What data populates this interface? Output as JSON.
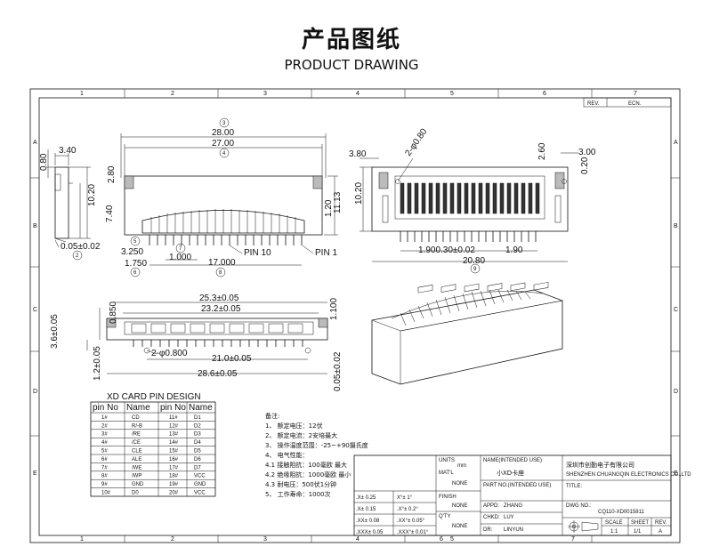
{
  "header": {
    "title_cn": "产品图纸",
    "title_en": "PRODUCT DRAWING"
  },
  "frame": {
    "top_marks": [
      "1",
      "2",
      "3",
      "4",
      "5",
      "6",
      "7"
    ],
    "rows": [
      "A",
      "B",
      "C",
      "D",
      "E"
    ],
    "rev_head": {
      "rev": "REV.",
      "ecn": "ECN."
    }
  },
  "top_left_view": {
    "dims": {
      "d080": "0.80",
      "d340": "3.40",
      "d280": "2.80",
      "d1020": "10.20",
      "d740": "7.40",
      "d005": "0.05±0.02"
    },
    "balloons": {
      "b2": "2"
    }
  },
  "top_center_view": {
    "dims": {
      "d28": "28.00",
      "d27": "27.00",
      "d120": "1.20",
      "d1113": "11.13",
      "d3250": "3.250",
      "d1000": "1.000",
      "d1750": "1.750",
      "d17": "17.000"
    },
    "balloons": {
      "b3": "3",
      "b4": "4",
      "b5": "5",
      "b6": "6",
      "b7": "7",
      "b8": "8"
    },
    "labels": {
      "pin10": "PIN 10",
      "pin1": "PIN 1"
    }
  },
  "top_right_view": {
    "dims": {
      "d380": "3.80",
      "phi080": "2-φ0.80",
      "d260": "2.60",
      "d300": "3.00",
      "d020": "0.20",
      "d1020r": "10.20",
      "d190a": "1.900.30±0.02",
      "d190b": "1.90",
      "d2080": "20.80"
    },
    "balloons": {
      "b9": "9"
    }
  },
  "bottom_view": {
    "dims": {
      "d253": "25.3±0.05",
      "d232": "23.2±0.05",
      "d850": "0.850",
      "d1100": "1.100",
      "d365": "3.6±0.05",
      "d12": "1.2±0.05",
      "phi0800": "2-φ0.800",
      "d210": "21.0±0.05",
      "d286": "28.6±0.05",
      "d005b": "0.05±0.02"
    }
  },
  "pin_table": {
    "title": "XD CARD PIN DESIGN",
    "headers": [
      "pin No",
      "Name",
      "pin No",
      "Name"
    ],
    "rows": [
      [
        "1#",
        "CD",
        "11#",
        "D1"
      ],
      [
        "2#",
        "R/-B",
        "12#",
        "D2"
      ],
      [
        "3#",
        "/RE",
        "13#",
        "D3"
      ],
      [
        "4#",
        "/CE",
        "14#",
        "D4"
      ],
      [
        "5#",
        "CLE",
        "15#",
        "D5"
      ],
      [
        "6#",
        "ALE",
        "16#",
        "D6"
      ],
      [
        "7#",
        "/WE",
        "17#",
        "D7"
      ],
      [
        "8#",
        "/WP",
        "18#",
        "VCC"
      ],
      [
        "9#",
        "GND",
        "19#",
        "GND"
      ],
      [
        "10#",
        "D0",
        "20#",
        "VCC"
      ]
    ]
  },
  "notes": {
    "title": "备注:",
    "lines": [
      "1、 额定电压：12伏",
      "2、 额定电流：2安培最大",
      "3、 操作温度范围：-25~+90摄氏度",
      "4、 电气性能：",
      "4.1 接触阻抗：100毫欧 最大",
      "4.2 绝缘阻抗：1000毫欧 最小",
      "4.3 耐电压：500伏1分钟",
      "5、 工作寿命：1000次"
    ]
  },
  "title_block": {
    "tolerances": [
      [
        ".X± 0.25",
        "X°± 1°"
      ],
      [
        ".X± 0.15",
        ".X°± 0.2°"
      ],
      [
        ".XX± 0.08",
        ".XX°± 0.05°"
      ],
      [
        ".XXX± 0.05",
        ".XXX°± 0.01°"
      ]
    ],
    "units_label": "UNITS",
    "units_value": "mm",
    "matl_label": "MAT'L",
    "matl_value": "NONE",
    "finish_label": "FINISH",
    "finish_value": "NONE",
    "qty_label": "Q'TY",
    "qty_value": "NONE",
    "name_label": "NAME(INTENDED USE)",
    "name_value": "小XD卡座",
    "part_label": "PART NO.(INTENDED USE)",
    "appd_label": "APPD:",
    "appd_value": "ZHANG",
    "chkd_label": "CHKD:",
    "chkd_value": "LUY",
    "dr_label": "DR:",
    "dr_value": "LINYUN",
    "company_cn": "深圳市创勤电子有限公司",
    "company_en": "SHENZHEN CHUANGQIN ELECTRONICS CO.,LTD",
    "title_label": "TITLE:",
    "dwg_label": "DWG NO.:",
    "dwg_value": "CQ110-XD0015811",
    "scale_label": "SCALE",
    "sheet_label": "SHEET",
    "rev_label": "REV.",
    "scale_value": "1:1",
    "sheet_value": "1/1",
    "rev_value": "A"
  }
}
